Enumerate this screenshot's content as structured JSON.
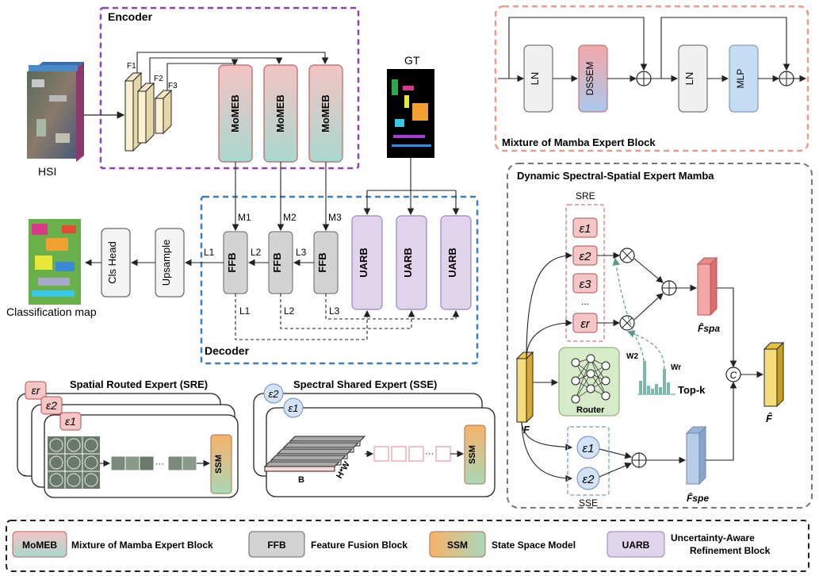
{
  "colors": {
    "encoder_border": "#8e44ad",
    "decoder_border": "#3a7fc1",
    "mameb_top": "#f2c4c4",
    "mameb_bottom": "#a9d8cf",
    "ffb": "#d3d3d3",
    "uarb": "#e0d4ec",
    "uarb_border": "#9b84bd",
    "ssm_top": "#f7b26a",
    "ssm_bottom": "#a9d8b8",
    "expert_pink": "#f5c6c6",
    "expert_blue": "#d3e2f5",
    "router_green": "#d6ecc8",
    "feature_yellow": "#f5dc7c",
    "feature_pink": "#f2a8a8",
    "feature_blue": "#b8cce6",
    "mlp_blue": "#c6dcf2",
    "dssem_top": "#f2a8a8",
    "dssem_bottom": "#a9c8ec"
  },
  "encoder": {
    "title": "Encoder",
    "input_label": "HSI",
    "features": [
      "F1",
      "F2",
      "F3"
    ],
    "blocks": [
      "MoMEB",
      "MoMEB",
      "MoMEB"
    ]
  },
  "gt": {
    "label": "GT"
  },
  "decoder": {
    "title": "Decoder",
    "m_labels": [
      "M1",
      "M2",
      "M3"
    ],
    "l_labels": [
      "L1",
      "L2",
      "L3"
    ],
    "ffb_blocks": [
      "FFB",
      "FFB",
      "FFB"
    ],
    "uarb_blocks": [
      "UARB",
      "UARB",
      "UARB"
    ],
    "upsample": "Upsample",
    "cls_head": "Cls Head",
    "output_label": "Classification map"
  },
  "mameb_block": {
    "title": "Mixture of Mamba Expert Block",
    "components": [
      "LN",
      "DSSEM",
      "LN",
      "MLP"
    ]
  },
  "dssem": {
    "title": "Dynamic Spectral-Spatial Expert Mamba",
    "sre_label": "SRE",
    "sse_label": "SSE",
    "sre_experts": [
      "ε1",
      "ε2",
      "ε3",
      "...",
      "εr"
    ],
    "sse_experts": [
      "ε1",
      "ε2"
    ],
    "router": "Router",
    "topk": "Top-k",
    "w2": "W2",
    "wr": "Wr",
    "input_feature": "F",
    "f_spa": "F̂spa",
    "f_spe": "F̂spe",
    "f_out": "F̂",
    "concat": "C"
  },
  "sre_detail": {
    "title": "Spatial Routed Expert (SRE)",
    "expert_tags": [
      "εr",
      "ε2",
      "ε1"
    ],
    "ssm": "SSM"
  },
  "sse_detail": {
    "title": "Spectral Shared Expert (SSE)",
    "expert_tags": [
      "ε2",
      "ε1"
    ],
    "b_label": "B",
    "hw_label": "H*W",
    "ssm": "SSM"
  },
  "legend": [
    {
      "key": "MoMEB",
      "desc": "Mixture of Mamba Expert Block"
    },
    {
      "key": "FFB",
      "desc": "Feature Fusion Block"
    },
    {
      "key": "SSM",
      "desc": "State Space Model"
    },
    {
      "key": "UARB",
      "desc": "Uncertainty-Aware Refinement Block"
    }
  ]
}
